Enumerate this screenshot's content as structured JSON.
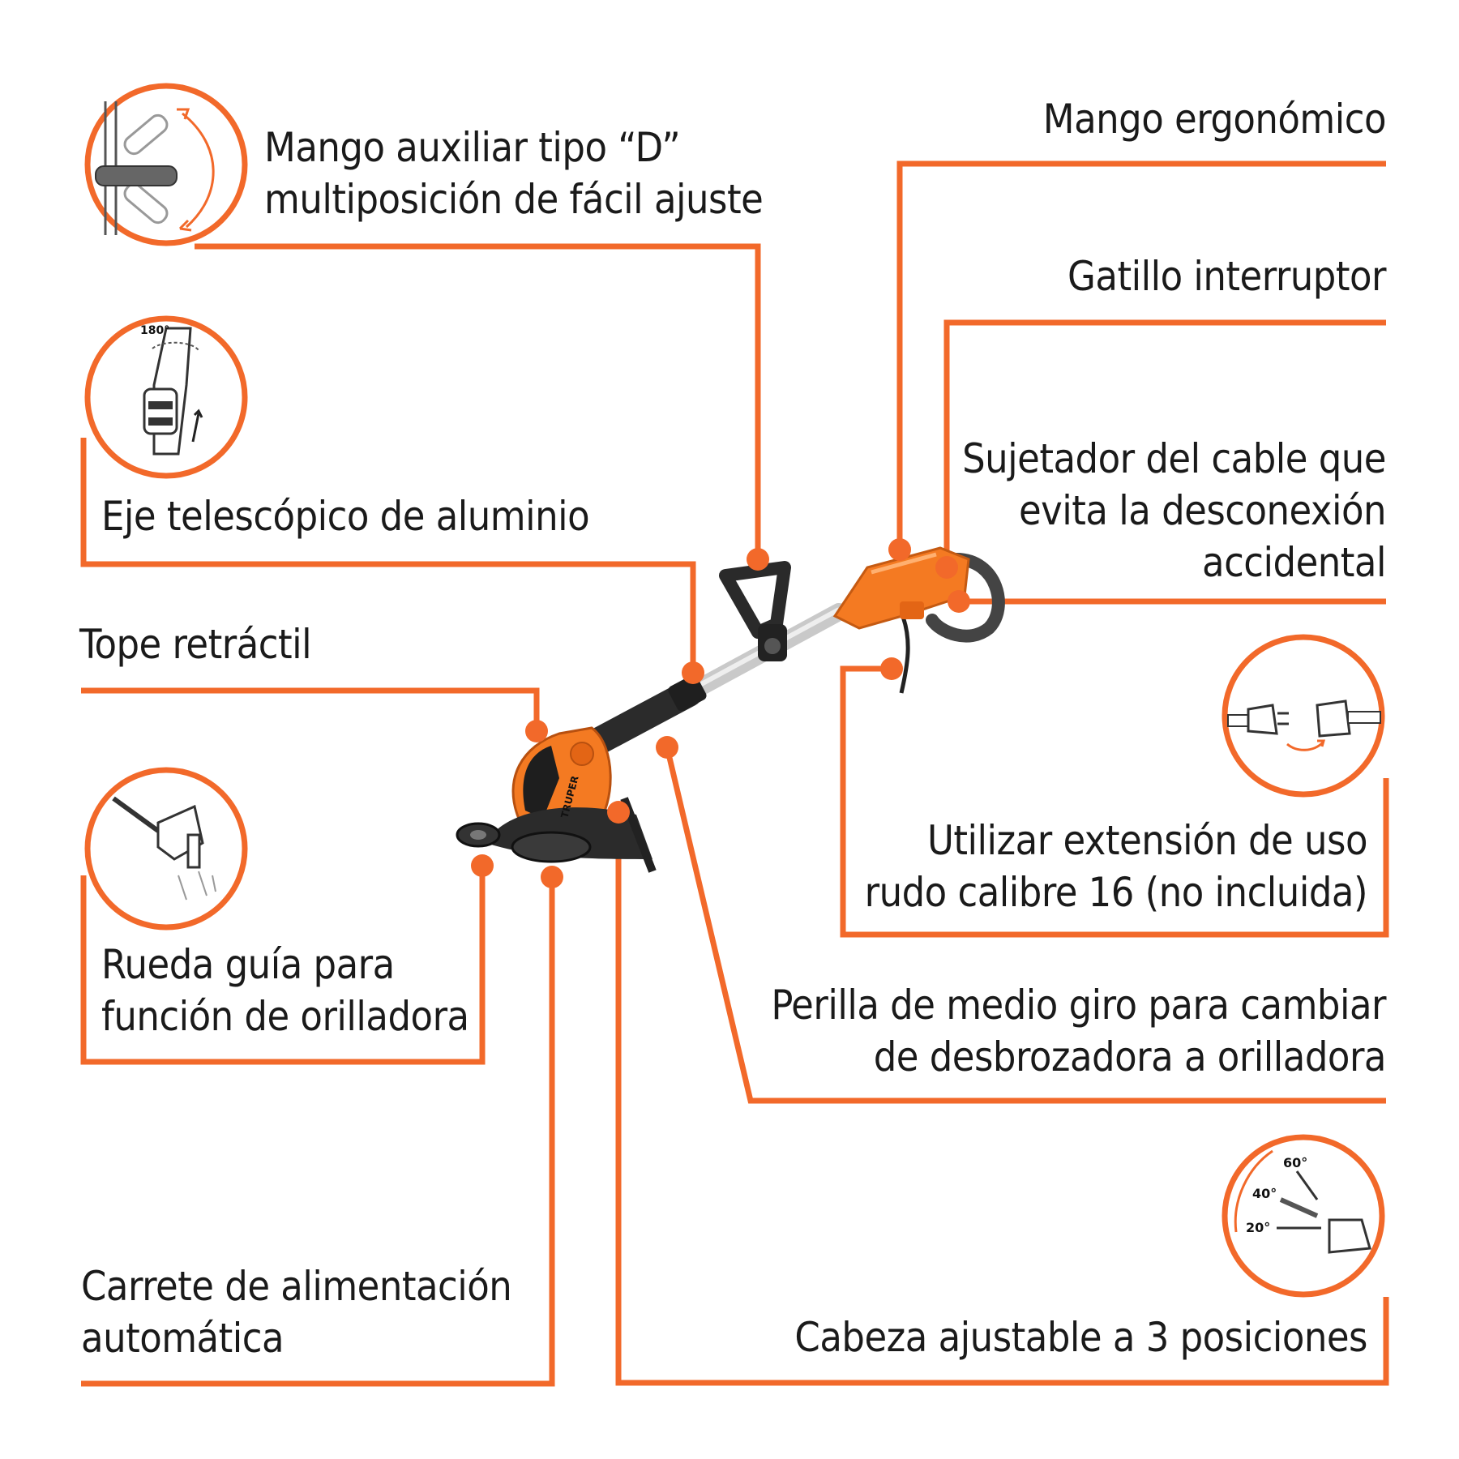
{
  "accent_color": "#f2692a",
  "labels": {
    "mango_auxiliar": "Mango auxiliar tipo “D”\nmultiposición de fácil ajuste",
    "mango_ergonomico": "Mango ergonómico",
    "gatillo": "Gatillo interruptor",
    "eje": "Eje telescópico de aluminio",
    "sujetador": "Sujetador del cable que\nevita la desconexión\naccidental",
    "tope": "Tope retráctil",
    "extension": "Utilizar extensión de uso\nrudo calibre 16 (no incluida)",
    "rueda": "Rueda guía para\nfunción de orilladora",
    "perilla": "Perilla de medio giro para cambiar\nde desbrozadora a orilladora",
    "carrete": "Carrete de alimentación\nautomática",
    "cabeza": "Cabeza ajustable a 3 posiciones"
  },
  "icon_text": {
    "rotation_angle": "180°",
    "angle_60": "60°",
    "angle_40": "40°",
    "angle_20": "20°",
    "brand": "TRUPER"
  },
  "icons": [
    "d-handle-icon",
    "telescopic-rotation-icon",
    "plug-extension-icon",
    "edge-guide-wheel-icon",
    "head-angle-icon"
  ]
}
